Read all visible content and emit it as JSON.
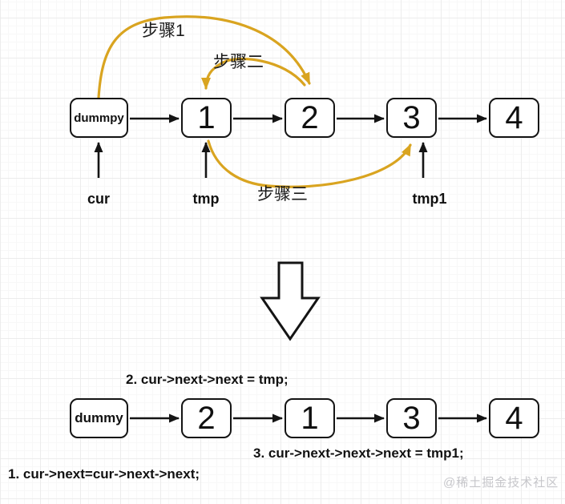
{
  "colors": {
    "accent_orange": "#D9A420",
    "ink_black": "#141414",
    "grid_line": "#ececec",
    "watermark_gray": "#c6c6ca"
  },
  "top_diagram": {
    "nodes": [
      {
        "label": "dummpy"
      },
      {
        "label": "1"
      },
      {
        "label": "2"
      },
      {
        "label": "3"
      },
      {
        "label": "4"
      }
    ],
    "pointers": [
      {
        "label": "cur"
      },
      {
        "label": "tmp"
      },
      {
        "label": "tmp1"
      }
    ],
    "steps": [
      {
        "label": "步骤1"
      },
      {
        "label": "步骤二"
      },
      {
        "label": "步骤三"
      }
    ]
  },
  "bottom_diagram": {
    "nodes": [
      {
        "label": "dummy"
      },
      {
        "label": "2"
      },
      {
        "label": "1"
      },
      {
        "label": "3"
      },
      {
        "label": "4"
      }
    ],
    "code_lines": [
      {
        "label": "2. cur->next->next = tmp;"
      },
      {
        "label": "3. cur->next->next->next = tmp1;"
      },
      {
        "label": "1. cur->next=cur->next->next;"
      }
    ]
  },
  "watermark": "@稀土掘金技术社区"
}
